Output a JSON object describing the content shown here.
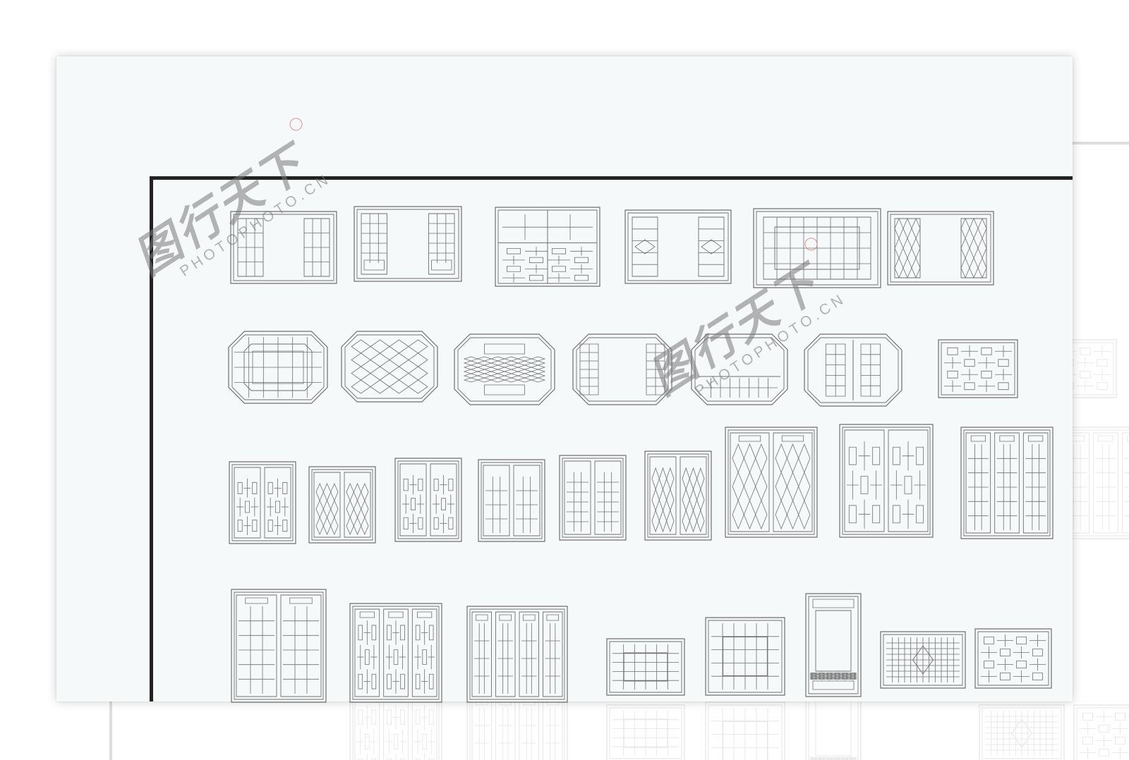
{
  "watermark": {
    "brand_cn": "图行天下",
    "brand_url": "PHOTOPHOTO.CN"
  },
  "rows": [
    {
      "name": "row-1",
      "items": [
        "rect-side-panels",
        "rect-side-lattice",
        "rect-four-quad",
        "rect-diamond-sides",
        "rect-ornate-frame",
        "rect-carved-sides"
      ]
    },
    {
      "name": "row-2",
      "items": [
        "oct-ornate",
        "oct-diagonal",
        "oct-carved",
        "oct-side-panels",
        "oct-bottom-rail",
        "oct-double-door",
        "square-fret"
      ]
    },
    {
      "name": "row-3",
      "items": [
        "door-swastika",
        "door-diamond",
        "door-fret",
        "door-vertical",
        "door-grid",
        "door-herringbone",
        "door-cloud",
        "door-cross",
        "door-triple"
      ]
    },
    {
      "name": "row-4",
      "items": [
        "screen-double",
        "screen-triple",
        "screen-four",
        "panel-wide-fret",
        "panel-square-ornate",
        "panel-tall-carved",
        "panel-mesh",
        "panel-fret-band"
      ]
    }
  ]
}
